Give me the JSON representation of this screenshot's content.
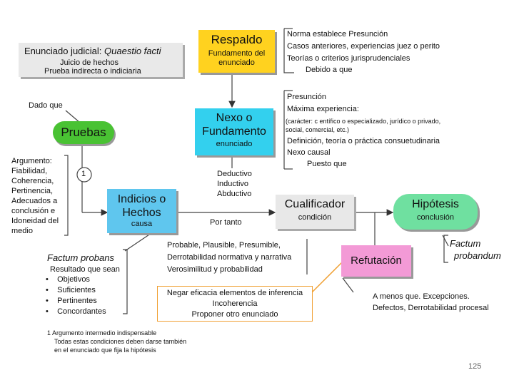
{
  "colors": {
    "respaldo": "#ffd21f",
    "nexo": "#33d0ee",
    "pruebas": "#49c233",
    "indicios": "#5fc6ee",
    "hipotesis": "#6fe0a0",
    "refutacion": "#f39ad6",
    "cualificador": "#e8e8e8",
    "enunciado_bg": "#e9e9e9",
    "orange": "#f0a033"
  },
  "enunciado": {
    "title_a": "Enunciado judicial: ",
    "title_b": "Quaestio facti",
    "line1": "Juicio de hechos",
    "line2": "Prueba indirecta o indiciaria"
  },
  "respaldo": {
    "title": "Respaldo",
    "sub1": "Fundamento del",
    "sub2": "enunciado"
  },
  "respaldo_notes": [
    "Norma establece Presunción",
    "Casos anteriores, experiencias juez o perito",
    "Teorías o criterios jurisprudenciales",
    "Debido a que"
  ],
  "nexo": {
    "title1": "Nexo o",
    "title2": "Fundamento",
    "sub": "enunciado"
  },
  "nexo_notes": {
    "l1": "Presunción",
    "l2": "Máxima experiencia:",
    "l3": "(carácter: c entífico o especializado, jurídico o privado,",
    "l4": "social, comercial, etc.)",
    "l5": "Definición, teoría o práctica consuetudinaria",
    "l6": "Nexo causal",
    "l7": "Puesto que"
  },
  "dado_que": "Dado que",
  "pruebas": "Pruebas",
  "argumento": [
    "Argumento:",
    "Fiabilidad,",
    "Coherencia,",
    "Pertinencia,",
    "Adecuados a",
    "conclusión e",
    "Idoneidad del",
    "medio"
  ],
  "marker_one": "1",
  "indicios": {
    "title1": "Indicios o",
    "title2": "Hechos",
    "sub": "causa"
  },
  "deductivo": [
    "Deductivo",
    "Inductivo",
    "Abductivo"
  ],
  "por_tanto": "Por tanto",
  "cualificador": {
    "title": "Cualificador",
    "sub": "condición"
  },
  "hipotesis": {
    "title": "Hipótesis",
    "sub": "conclusión"
  },
  "factum_probandum": [
    "Factum",
    "probandum"
  ],
  "probable": [
    "Probable, Plausible, Presumible,",
    "Derrotabilidad normativa y narrativa",
    "Verosimilitud y probabilidad"
  ],
  "refutacion": "Refutación",
  "excepciones": [
    "A menos que. Excepciones.",
    "Defectos, Derrotabilidad procesal"
  ],
  "negar": [
    "Negar eficacia elementos de inferencia",
    "Incoherencia",
    "Proponer otro enunciado"
  ],
  "factum_probans": {
    "title": "Factum probans",
    "sub": "Resultado que sean",
    "items": [
      "Objetivos",
      "Suficientes",
      "Pertinentes",
      "Concordantes"
    ]
  },
  "footnote": [
    "1 Argumento intermedio indispensable",
    "Todas estas condiciones deben darse también",
    "en el enunciado que fija la hipótesis"
  ],
  "page_number": "125"
}
